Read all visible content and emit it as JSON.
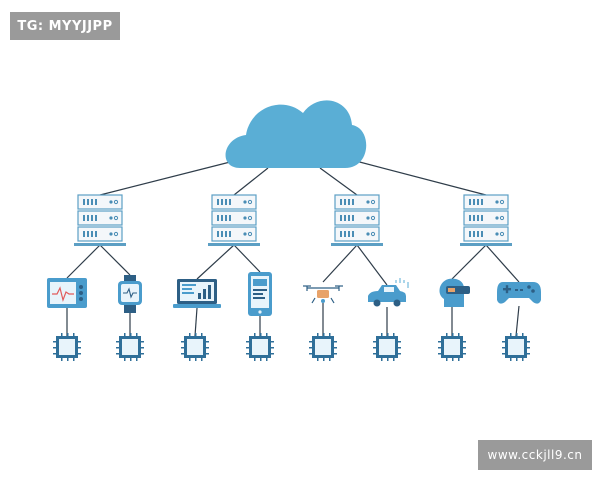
{
  "watermark_top": {
    "text": "TG: MYYJJPP"
  },
  "watermark_bottom": {
    "text": "www.cckjll9.cn"
  },
  "colors": {
    "cloud": "#5aaed5",
    "line": "#2f3d4a",
    "server_frame": "#5c9fc4",
    "server_face": "#f4f7fa",
    "server_accent": "#4a8db5",
    "chip_fill": "#e8f4fb",
    "chip_border": "#2f6f99",
    "device_blue": "#4a9ccc",
    "device_dark": "#2d5f85",
    "accent_orange": "#e8a36a",
    "accent_red": "#e25b5b"
  },
  "diagram": {
    "nodes": [
      {
        "id": "cloud",
        "kind": "cloud",
        "icon": "cloud-icon"
      },
      {
        "id": "server-1",
        "kind": "server",
        "icon": "server-rack-icon"
      },
      {
        "id": "server-2",
        "kind": "server",
        "icon": "server-rack-icon"
      },
      {
        "id": "server-3",
        "kind": "server",
        "icon": "server-rack-icon"
      },
      {
        "id": "server-4",
        "kind": "server",
        "icon": "server-rack-icon"
      },
      {
        "id": "health-monitor",
        "kind": "device",
        "icon": "heart-monitor-icon"
      },
      {
        "id": "smartwatch",
        "kind": "device",
        "icon": "smartwatch-icon"
      },
      {
        "id": "laptop",
        "kind": "device",
        "icon": "laptop-chart-icon"
      },
      {
        "id": "tablet",
        "kind": "device",
        "icon": "tablet-icon"
      },
      {
        "id": "drone",
        "kind": "device",
        "icon": "drone-icon"
      },
      {
        "id": "smart-car",
        "kind": "device",
        "icon": "connected-car-icon"
      },
      {
        "id": "vr-headset",
        "kind": "device",
        "icon": "vr-headset-icon"
      },
      {
        "id": "gamepad",
        "kind": "device",
        "icon": "gamepad-icon"
      },
      {
        "id": "chip-1",
        "kind": "chip",
        "icon": "microchip-icon"
      },
      {
        "id": "chip-2",
        "kind": "chip",
        "icon": "microchip-icon"
      },
      {
        "id": "chip-3",
        "kind": "chip",
        "icon": "microchip-icon"
      },
      {
        "id": "chip-4",
        "kind": "chip",
        "icon": "microchip-icon"
      },
      {
        "id": "chip-5",
        "kind": "chip",
        "icon": "microchip-icon"
      },
      {
        "id": "chip-6",
        "kind": "chip",
        "icon": "microchip-icon"
      },
      {
        "id": "chip-7",
        "kind": "chip",
        "icon": "microchip-icon"
      },
      {
        "id": "chip-8",
        "kind": "chip",
        "icon": "microchip-icon"
      }
    ],
    "edges": [
      [
        "cloud",
        "server-1"
      ],
      [
        "cloud",
        "server-2"
      ],
      [
        "cloud",
        "server-3"
      ],
      [
        "cloud",
        "server-4"
      ],
      [
        "server-1",
        "health-monitor"
      ],
      [
        "server-1",
        "smartwatch"
      ],
      [
        "server-2",
        "laptop"
      ],
      [
        "server-2",
        "tablet"
      ],
      [
        "server-3",
        "drone"
      ],
      [
        "server-3",
        "smart-car"
      ],
      [
        "server-4",
        "vr-headset"
      ],
      [
        "server-4",
        "gamepad"
      ],
      [
        "health-monitor",
        "chip-1"
      ],
      [
        "smartwatch",
        "chip-2"
      ],
      [
        "laptop",
        "chip-3"
      ],
      [
        "tablet",
        "chip-4"
      ],
      [
        "drone",
        "chip-5"
      ],
      [
        "smart-car",
        "chip-6"
      ],
      [
        "vr-headset",
        "chip-7"
      ],
      [
        "gamepad",
        "chip-8"
      ]
    ]
  }
}
